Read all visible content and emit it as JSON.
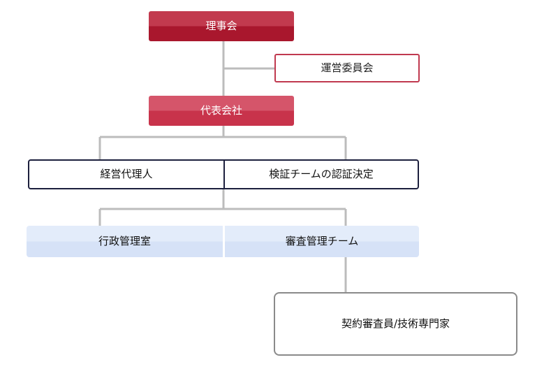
{
  "diagram": {
    "nodes": {
      "board": {
        "label": "理事会"
      },
      "steering_committee": {
        "label": "運営委員会"
      },
      "representative_company": {
        "label": "代表会社"
      },
      "managing_agent": {
        "label": "経営代理人"
      },
      "verification_decision": {
        "label": "検証チームの認証決定"
      },
      "administration_office": {
        "label": "行政管理室"
      },
      "review_team": {
        "label": "審査管理チーム"
      },
      "contract_reviewers": {
        "label": "契約審査員/技術専門家"
      }
    },
    "colors": {
      "board_fill": "#a9172d",
      "representative_fill": "#c8334b",
      "steering_border": "#c0394f",
      "managing_border": "#1c1f3d",
      "blue_fill": "#d6e2f7",
      "expert_border": "#8a8a8a",
      "connector": "#bcbcbc"
    }
  }
}
